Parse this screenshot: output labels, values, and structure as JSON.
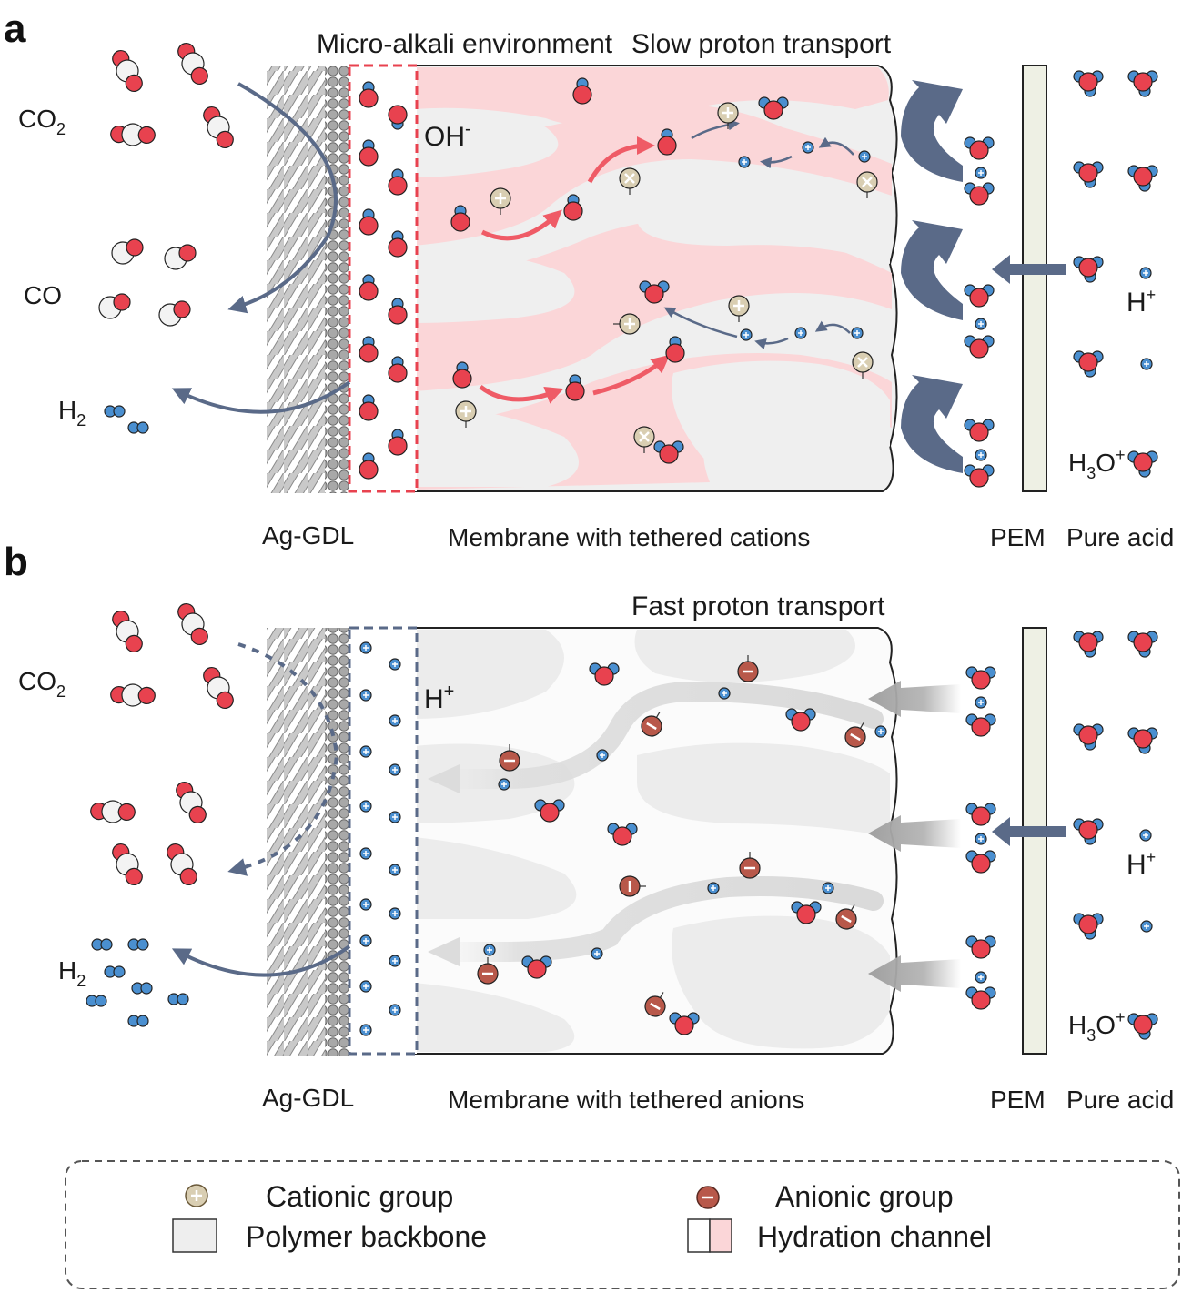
{
  "panels": {
    "a": {
      "letter": "a",
      "top_left_title": "Micro-alkali environment",
      "top_right_title": "Slow proton transport",
      "zone_ion": "OH",
      "zone_ion_sup": "-",
      "gases": [
        {
          "base": "CO",
          "sub": "2"
        },
        {
          "base": "CO",
          "sub": ""
        },
        {
          "base": "H",
          "sub": "2"
        }
      ],
      "h_plus": {
        "base": "H",
        "sup": "+"
      },
      "hydronium": {
        "base": "H",
        "sub": "3",
        "rest": "O",
        "sup": "+"
      },
      "labels": {
        "gdl": "Ag-GDL",
        "membrane": "Membrane with tethered cations",
        "pem": "PEM",
        "acid": "Pure acid"
      }
    },
    "b": {
      "letter": "b",
      "top_right_title": "Fast proton transport",
      "zone_ion": "H",
      "zone_ion_sup": "+",
      "gases": [
        {
          "base": "CO",
          "sub": "2"
        },
        {
          "base": "H",
          "sub": "2"
        }
      ],
      "h_plus": {
        "base": "H",
        "sup": "+"
      },
      "hydronium": {
        "base": "H",
        "sub": "3",
        "rest": "O",
        "sup": "+"
      },
      "labels": {
        "gdl": "Ag-GDL",
        "membrane": "Membrane with tethered anions",
        "pem": "PEM",
        "acid": "Pure acid"
      }
    }
  },
  "legend": {
    "cationic": "Cationic group",
    "anionic": "Anionic group",
    "backbone": "Polymer backbone",
    "channel": "Hydration channel"
  },
  "colors": {
    "oxygen": "#e8424f",
    "carbon": "#f3f3f3",
    "hydrogen": "#4a8fd0",
    "cation": "#d9ceb2",
    "anion": "#b8584a",
    "backbone": "#eeeeee",
    "channel_a": "#fbd6d8",
    "channel_b": "#fafafa",
    "arrow_blue": "#5a6a88",
    "arrow_red": "#ef5b66"
  }
}
